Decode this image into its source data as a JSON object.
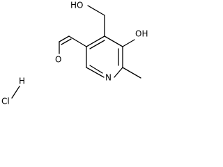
{
  "molecule": {
    "labels": {
      "hydroxymethyl_oh": "HO",
      "phenol_oh": "OH",
      "aldehyde_o": "O",
      "ring_n": "N",
      "hcl_h": "H",
      "hcl_cl": "Cl"
    },
    "colors": {
      "ink": "#000000",
      "background": "#ffffff"
    }
  }
}
